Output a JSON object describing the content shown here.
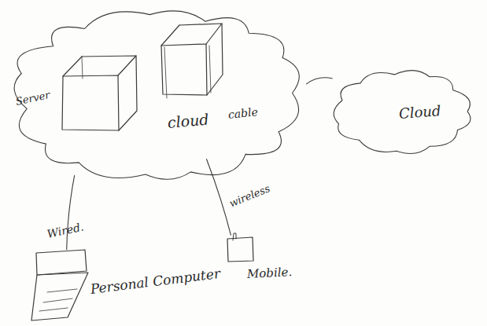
{
  "diagram": {
    "nodes": [
      {
        "text": [
          "cloud"
        ]
      },
      {
        "text": [
          "Server"
        ],
        "in": 0
      },
      {
        "text": [
          "Cloud"
        ]
      },
      {
        "text": [
          "Personal Computer"
        ]
      },
      {
        "text": [
          "Mobile."
        ]
      }
    ],
    "edges": [
      {
        "from": 0,
        "to": 2,
        "arrow": "none",
        "label": "cable"
      },
      {
        "from": 0,
        "to": 3,
        "arrow": "none",
        "label": "Wired."
      },
      {
        "from": 0,
        "to": 4,
        "arrow": "none",
        "label": "wireless"
      }
    ]
  }
}
